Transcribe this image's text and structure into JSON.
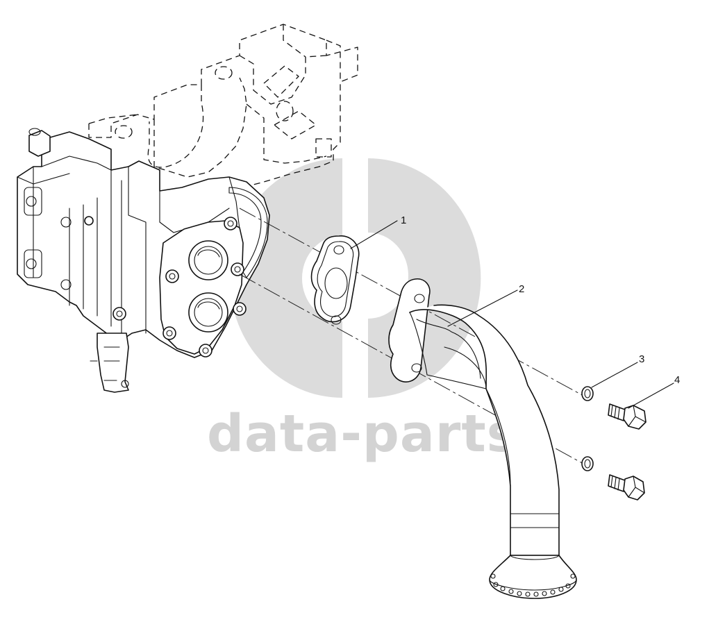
{
  "watermark": {
    "text": "data-parts",
    "color": "#d3d3d3"
  },
  "callouts": [
    {
      "id": "1",
      "label": "1"
    },
    {
      "id": "2",
      "label": "2"
    },
    {
      "id": "3",
      "label": "3"
    },
    {
      "id": "4",
      "label": "4"
    }
  ],
  "colors": {
    "line": "#111111",
    "background": "#ffffff"
  }
}
